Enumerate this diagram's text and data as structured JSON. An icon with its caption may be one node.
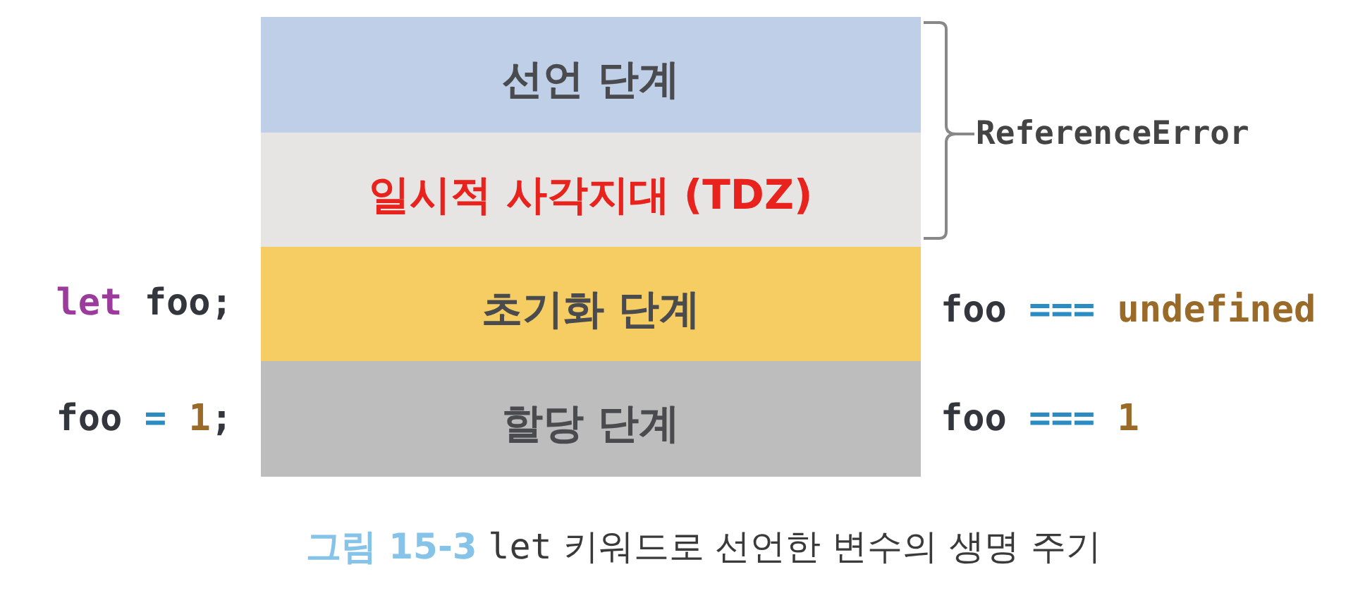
{
  "diagram": {
    "caption": "**그림 15-3** let 키워드로 선언한 변수의 생명 주기",
    "nodes": [
      {
        "text": [
          "선언 단계"
        ]
      },
      {
        "text": [
          "일시적 사각지대 (TDZ)"
        ]
      },
      {
        "text": [
          "초기화 단계"
        ],
        "beside": [
          "let foo;",
          "foo === undefined"
        ]
      },
      {
        "text": [
          "할당 단계"
        ],
        "beside": [
          "foo = 1;",
          "foo === 1"
        ]
      }
    ],
    "labels": [
      "ReferenceError"
    ]
  }
}
